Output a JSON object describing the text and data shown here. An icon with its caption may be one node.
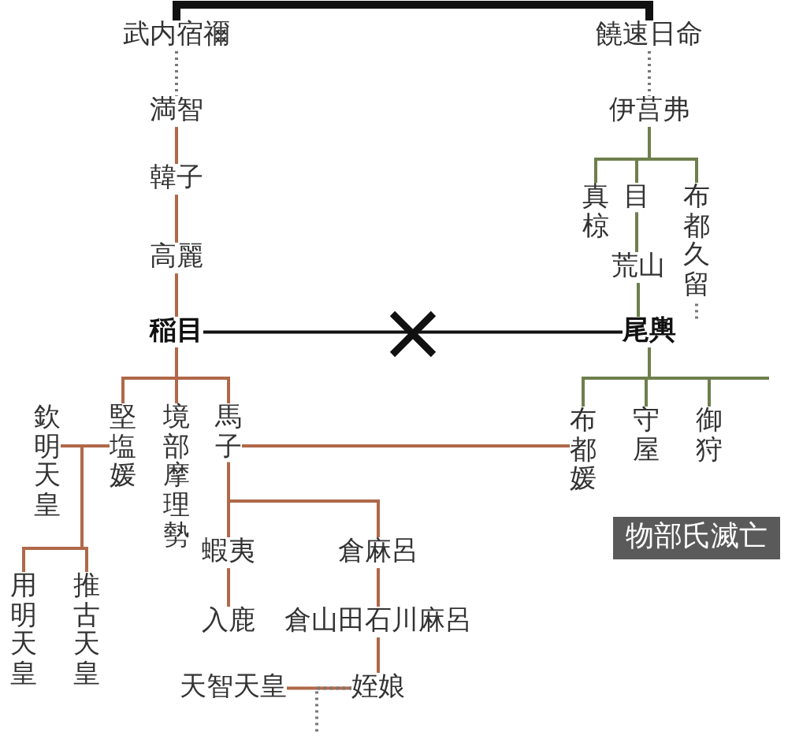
{
  "diagram": {
    "nodes": [
      {
        "text": [
          "武内宿禰"
        ]
      },
      {
        "text": [
          "饒速日命"
        ]
      },
      {
        "text": [
          "満智"
        ]
      },
      {
        "text": [
          "韓子"
        ]
      },
      {
        "text": [
          "高麗"
        ]
      },
      {
        "text": [
          "稲目"
        ]
      },
      {
        "text": [
          "伊莒弗"
        ]
      },
      {
        "text": [
          "真椋"
        ]
      },
      {
        "text": [
          "目"
        ]
      },
      {
        "text": [
          "荒山"
        ]
      },
      {
        "text": [
          "布都久留"
        ]
      },
      {
        "text": [
          "尾輿"
        ]
      },
      {
        "text": [
          "堅塩媛"
        ]
      },
      {
        "text": [
          "境部摩理勢"
        ]
      },
      {
        "text": [
          "馬子"
        ]
      },
      {
        "text": [
          "布都媛"
        ]
      },
      {
        "text": [
          "守屋"
        ]
      },
      {
        "text": [
          "御狩"
        ]
      },
      {
        "text": [
          "物部氏滅亡"
        ]
      },
      {
        "text": [
          "欽明天皇"
        ]
      },
      {
        "text": [
          "用明天皇"
        ]
      },
      {
        "text": [
          "推古天皇"
        ]
      },
      {
        "text": [
          "蝦夷"
        ]
      },
      {
        "text": [
          "倉麻呂"
        ]
      },
      {
        "text": [
          "入鹿"
        ]
      },
      {
        "text": [
          "倉山田石川麻呂"
        ]
      },
      {
        "text": [
          "天智天皇"
        ]
      },
      {
        "text": [
          "姪娘"
        ]
      }
    ],
    "edges": [
      {
        "from": 0,
        "to": 1,
        "arrow": "none",
        "style": "thick",
        "color": "#111111"
      },
      {
        "from": 0,
        "to": 2,
        "arrow": "none",
        "style": "dashed",
        "color": "#777777"
      },
      {
        "from": 2,
        "to": 3,
        "arrow": "none"
      },
      {
        "from": 3,
        "to": 4,
        "arrow": "none"
      },
      {
        "from": 4,
        "to": 5,
        "arrow": "none"
      },
      {
        "from": 1,
        "to": 6,
        "arrow": "none",
        "style": "dashed",
        "color": "#777777"
      },
      {
        "from": 6,
        "to": 7,
        "arrow": "none",
        "color": "#6e7f4c"
      },
      {
        "from": 6,
        "to": 8,
        "arrow": "none",
        "color": "#6e7f4c"
      },
      {
        "from": 6,
        "to": 10,
        "arrow": "none",
        "color": "#6e7f4c"
      },
      {
        "from": 8,
        "to": 9,
        "arrow": "none",
        "color": "#6e7f4c"
      },
      {
        "from": 9,
        "to": 11,
        "arrow": "none",
        "color": "#6e7f4c"
      },
      {
        "from": 5,
        "to": 11,
        "arrow": "none",
        "color": "#111111"
      },
      {
        "from": 5,
        "to": 12,
        "arrow": "none"
      },
      {
        "from": 5,
        "to": 13,
        "arrow": "none"
      },
      {
        "from": 5,
        "to": 14,
        "arrow": "none"
      },
      {
        "from": 11,
        "to": 15,
        "arrow": "none",
        "color": "#6e7f4c"
      },
      {
        "from": 11,
        "to": 16,
        "arrow": "none",
        "color": "#6e7f4c"
      },
      {
        "from": 11,
        "to": 17,
        "arrow": "none",
        "color": "#6e7f4c"
      },
      {
        "from": 14,
        "to": 15,
        "arrow": "none"
      },
      {
        "from": 19,
        "to": 12,
        "arrow": "none"
      },
      {
        "from": 12,
        "to": 20,
        "arrow": "none"
      },
      {
        "from": 12,
        "to": 21,
        "arrow": "none"
      },
      {
        "from": 14,
        "to": 22,
        "arrow": "none"
      },
      {
        "from": 14,
        "to": 23,
        "arrow": "none"
      },
      {
        "from": 22,
        "to": 24,
        "arrow": "none"
      },
      {
        "from": 23,
        "to": 25,
        "arrow": "none"
      },
      {
        "from": 25,
        "to": 27,
        "arrow": "none"
      },
      {
        "from": 26,
        "to": 27,
        "arrow": "none"
      },
      {
        "from": 27,
        "to": null,
        "arrow": "none",
        "style": "dashed",
        "color": "#777777"
      }
    ]
  }
}
